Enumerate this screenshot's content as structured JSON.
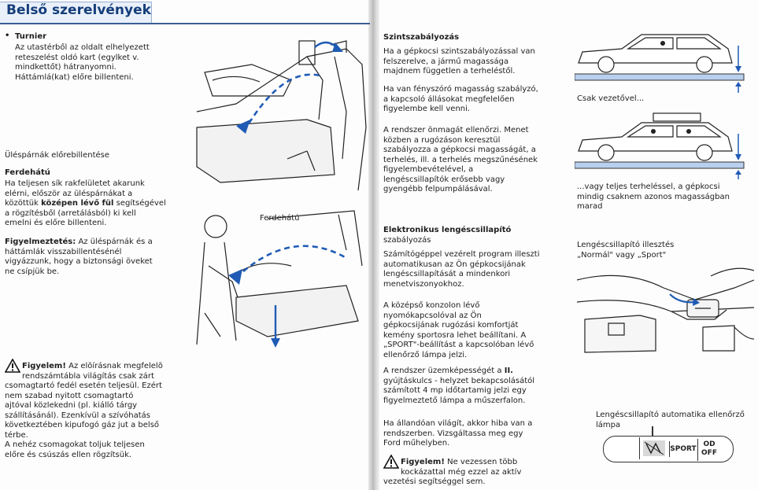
{
  "left_page": {
    "title": "Belső szerelvények",
    "turnier": {
      "bullet": "•",
      "heading": "Turnier",
      "lines": [
        "Az utastérből az oldalt elhelyezett",
        "reteszelést oldó kart (egylket v.",
        "mindkettőt) hátranyomni.",
        "Háttámlá(kat) előre billenteni."
      ]
    },
    "seat_fold_heading": "Üléspárnák előrebillentése",
    "ferdehatu": {
      "heading": "Ferdehátú",
      "lines_before": [
        "Ha teljesen sík rakfelületet akarunk",
        "elérni, először az üléspárnákat a",
        "közöttük"
      ],
      "bold_phrase": "középen lévő fül",
      "after_bold": "segítségével",
      "lines_after": [
        "a rögzítésből (arretálásból) ki kell",
        "emelni és előre billenteni."
      ]
    },
    "figyelmeztetes": {
      "label": "Figyelmeztetés:",
      "first": "Az üléspárnák és a",
      "lines": [
        "háttámlák visszabillentésénél",
        "vigyázzunk, hogy a biztonsági öveket",
        "ne csípjük be."
      ]
    },
    "figure_label": "Ferdehátú",
    "warning": {
      "label": "Figyelem!",
      "first": "Az elõírásnak megfelelõ",
      "lines": [
        "rendszámtábla világítás csak zárt",
        "csomagtartó fedél esetén teljesül. Ezért",
        "nem szabad nyitott csomagtartó",
        "ajtóval közlekedni  (pl. kiálló tárgy",
        "szállításánál). Ezenkívül a szívóhatás",
        "következtében kipufogó gáz jut a belső",
        "térbe.",
        "A nehéz csomagokat toljuk teljesen",
        "előre és csúszás ellen rögzítsük."
      ]
    }
  },
  "right_page": {
    "level_control": {
      "heading": "Szintszabályozás",
      "para1": [
        "Ha a gépkocsi szintszabályozással van",
        "felszerelve, a jármű magassága",
        "majdnem független a terheléstől."
      ],
      "para2": [
        "Ha van fényszóró magasság szabályzó,",
        "a kapcsoló állásokat megfelelően",
        "figyelembe kell venni."
      ],
      "para3": [
        "A rendszer önmagát ellenőrzi. Menet",
        "közben a rugózáson keresztül",
        "szabályozza a gépkocsi magasságát, a",
        "terhelés, ill. a terhelés megszűnésének",
        "figyelembevételével, a",
        "lengéscsillapítók erősebb vagy",
        "gyengébb felpumpálásával."
      ]
    },
    "car_captions": {
      "driver_only": "Csak vezetővel...",
      "full_load": [
        "...vagy teljes terheléssel, a gépkocsi",
        "mindig csaknem azonos magasságban",
        "marad"
      ]
    },
    "electronic_damper": {
      "heading": [
        "Elektronikus lengéscsillapító",
        "szabályozás"
      ],
      "para1": [
        "Számítógéppel vezérelt program illeszti",
        "automatikusan az Ön gépkocsijának",
        "lengéscsillapítását a mindenkori",
        "menetviszonyokhoz."
      ],
      "para2": [
        "A középső konzolon lévő",
        "nyomókapcsolóval az Ön",
        "gépkocsijának rugózási komfortját",
        "kemény sportosra lehet beállítani. A",
        "„SPORT\"-beállítást a kapcsolóban lévő",
        "ellenőrző lámpa jelzi."
      ],
      "para3_prefix": [
        "A rendszer üzemképességét a"
      ],
      "para3_bold": "II.",
      "para3_rest": [
        "gyújtáskulcs - helyzet bekapcsolásától",
        "számított 4 mp időtartamig jelzi egy",
        "figyelmeztető lámpa a műszerfalon."
      ],
      "para4": [
        "Ha állandóan világít, akkor hiba van a",
        "rendszerben. Vizsgáltassa meg egy",
        "Ford műhelyben."
      ],
      "warning_label": "Figyelem!",
      "warning_first": "Ne vezessen több",
      "warning_lines": [
        "kockázattal még ezzel az aktív",
        "vezetési segítséggel sem."
      ]
    },
    "switch_caption": [
      "Lengéscsillapító illesztés",
      "„Normál\" vagy „Sport\""
    ],
    "lamp_caption": [
      "Lengéscsillapító automatika ellenőrző",
      "lámpa"
    ],
    "lamp_sport": "SPORT",
    "lamp_od_top": "OD",
    "lamp_od_bottom": "OFF"
  },
  "colors": {
    "title_blue": "#153e7a",
    "arrow_blue": "#1f5bb5",
    "header_tab": "#e9f0fa"
  }
}
